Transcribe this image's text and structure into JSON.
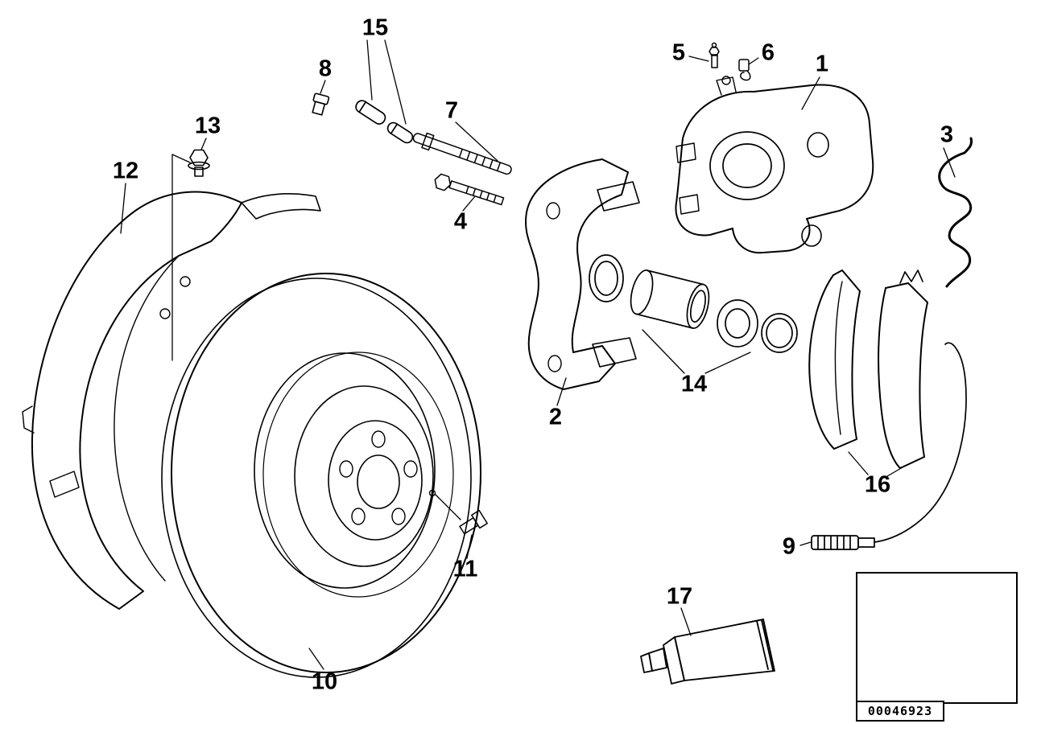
{
  "diagram": {
    "callouts": [
      {
        "number": "1"
      },
      {
        "number": "2"
      },
      {
        "number": "3"
      },
      {
        "number": "4"
      },
      {
        "number": "5"
      },
      {
        "number": "6"
      },
      {
        "number": "7"
      },
      {
        "number": "8"
      },
      {
        "number": "9"
      },
      {
        "number": "10"
      },
      {
        "number": "11"
      },
      {
        "number": "12"
      },
      {
        "number": "13"
      },
      {
        "number": "14"
      },
      {
        "number": "15"
      },
      {
        "number": "16"
      },
      {
        "number": "17"
      }
    ],
    "vehicle_thumbnail": {
      "code": "00046923"
    }
  }
}
